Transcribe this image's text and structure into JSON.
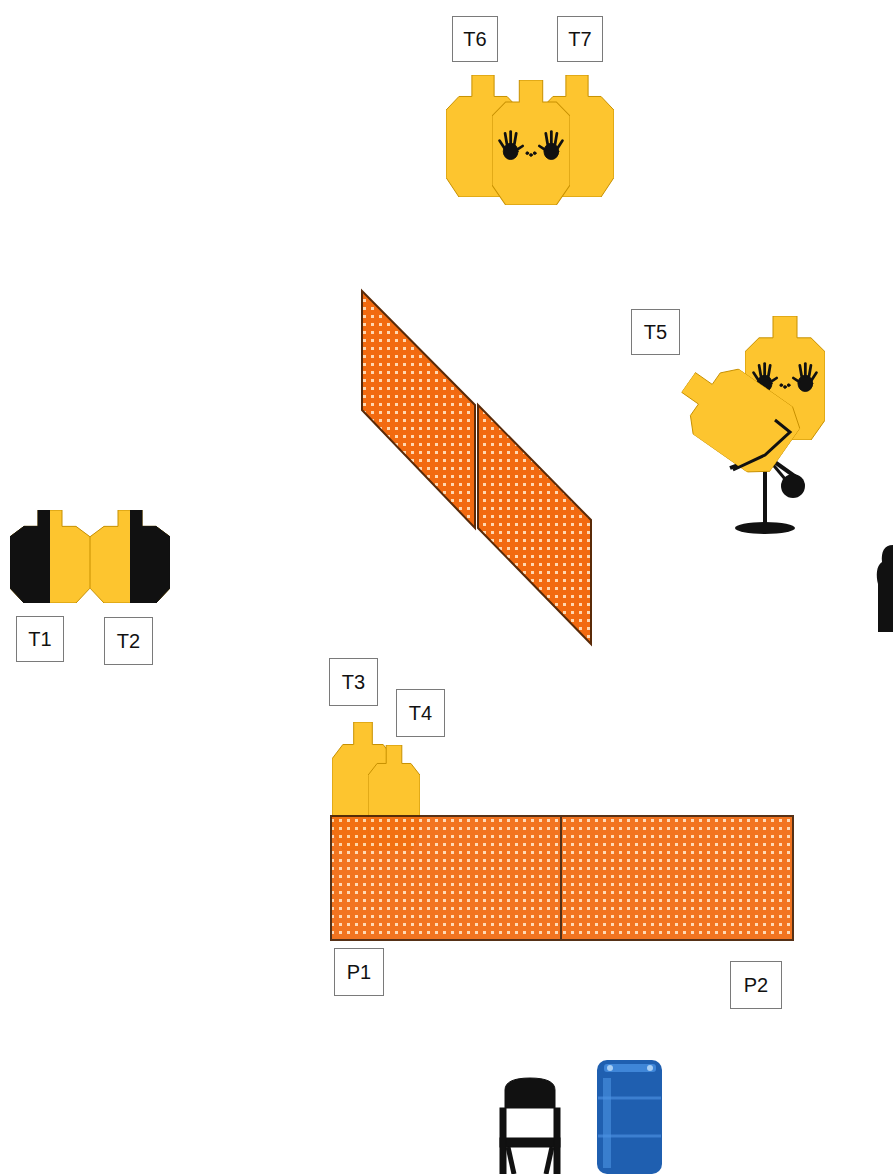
{
  "diagram": {
    "nodes": [
      {
        "text": [
          "T6"
        ]
      },
      {
        "text": [
          "T7"
        ]
      },
      {
        "text": [
          "T5"
        ]
      },
      {
        "text": [
          "T1"
        ]
      },
      {
        "text": [
          "T2"
        ]
      },
      {
        "text": [
          "T3"
        ]
      },
      {
        "text": [
          "T4"
        ]
      },
      {
        "text": [
          "P1"
        ]
      },
      {
        "text": [
          "P2"
        ]
      }
    ]
  }
}
